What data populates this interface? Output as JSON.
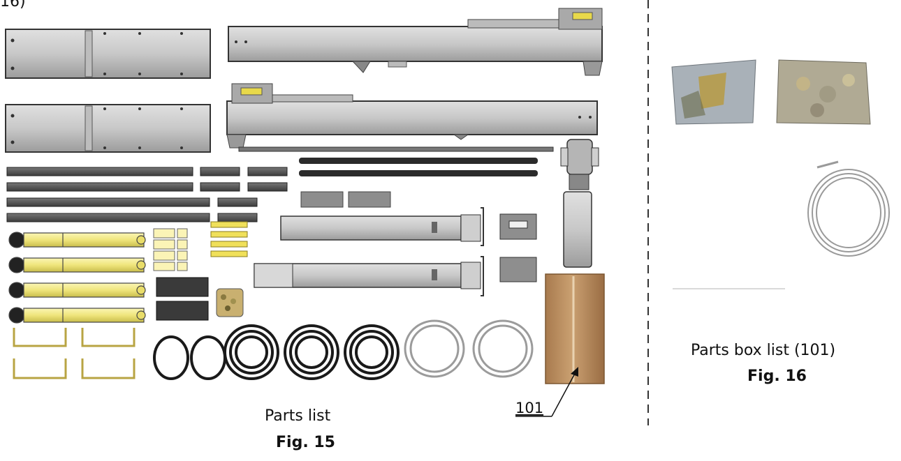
{
  "page": {
    "corner_text": "16)",
    "left_panel": {
      "caption": "Parts list",
      "figure": "Fig. 15",
      "callout": "101"
    },
    "right_panel": {
      "caption": "Parts box list (101)",
      "figure": "Fig. 16"
    }
  },
  "colors": {
    "steel": "#c9c9c9",
    "steel_dark": "#6b6b6b",
    "outline": "#333333",
    "cylinder_yellow": "#f2ec8a",
    "hose_black": "#1a1a1a",
    "cable_gray": "#b8b8b8",
    "box_brown": "#b8875a",
    "bag": "#a9b1b8",
    "divider": "#333333"
  }
}
